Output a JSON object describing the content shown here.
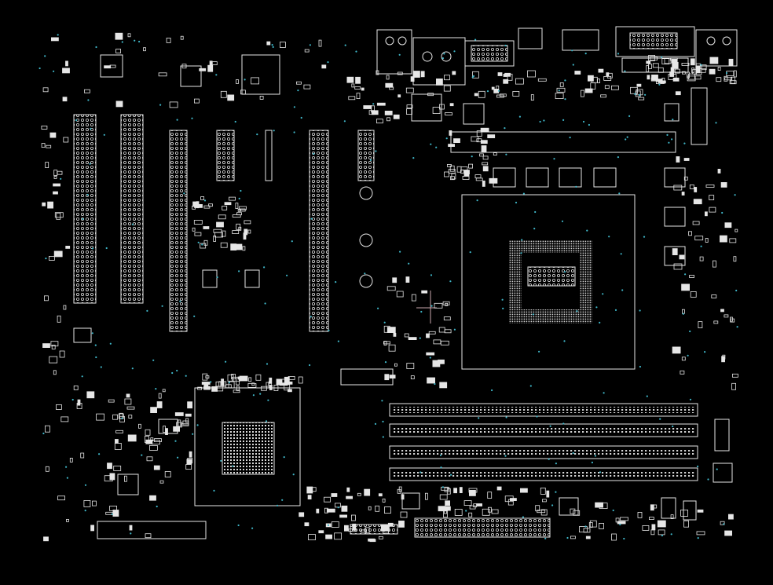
{
  "diagram": {
    "kind": "pcb-component-placement",
    "background": "#000000",
    "silkscreen_color": "#e6e6e6",
    "via_color": "#3fb6c8",
    "marker_color": "#c9a6ad",
    "regions": [
      {
        "id": "cpu-socket",
        "name": "cpu-socket-outline"
      },
      {
        "id": "cpu-pad-array",
        "name": "cpu-lga-pad-array"
      },
      {
        "id": "chipset",
        "name": "chipset-bga"
      },
      {
        "id": "dimm-slots",
        "name": "memory-dimm-slots",
        "count": 4
      },
      {
        "id": "pcie-slots",
        "name": "expansion-slots",
        "count": 6
      },
      {
        "id": "rear-io",
        "name": "rear-io-connectors"
      },
      {
        "id": "vrm",
        "name": "vrm-power-stages"
      },
      {
        "id": "atx-power",
        "name": "atx-24pin-header"
      }
    ]
  }
}
